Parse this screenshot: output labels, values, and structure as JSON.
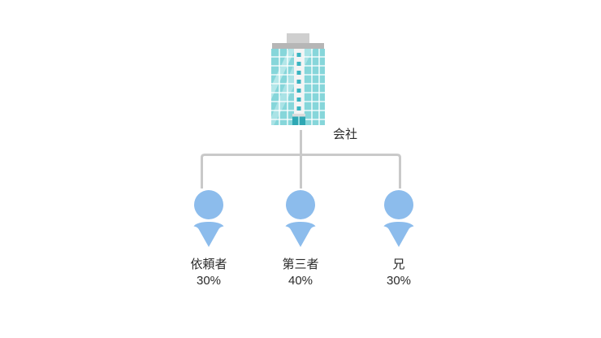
{
  "diagram": {
    "type": "ownership-structure",
    "background_color": "#ffffff",
    "connector_color": "#c9c9c9",
    "company": {
      "label": "会社",
      "icon": "office-building-icon",
      "colors": {
        "glass": "#7fd4d8",
        "glass_light": "#a9e2e4",
        "glass_highlight": "#c9eef0",
        "grid_line": "#5fc3c8",
        "roof_band": "#b3b3b3",
        "penthouse": "#cccccc",
        "stripe": "#f2f2f2",
        "window_dot": "#3fb8c4",
        "entrance": "#2aa3b0"
      }
    },
    "shareholders": [
      {
        "name": "依頼者",
        "share": "30%",
        "icon": "person-icon",
        "color": "#8cbcec"
      },
      {
        "name": "第三者",
        "share": "40%",
        "icon": "person-icon",
        "color": "#8cbcec"
      },
      {
        "name": "兄",
        "share": "30%",
        "icon": "person-icon",
        "color": "#8cbcec"
      }
    ]
  }
}
